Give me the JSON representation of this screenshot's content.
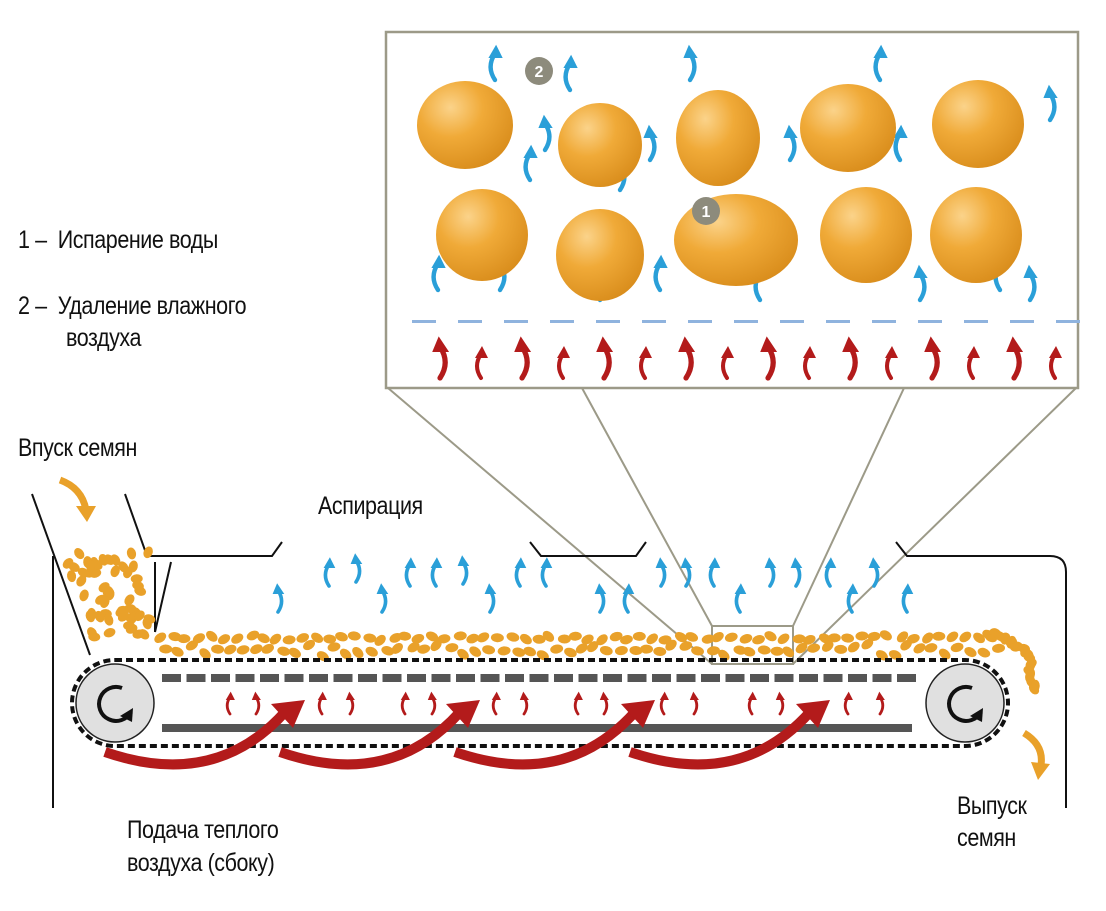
{
  "legend": {
    "items": [
      {
        "number": "1 –",
        "text": "Испарение воды"
      },
      {
        "number": "2 –",
        "text": "Удаление влажного",
        "text_line2": "воздуха"
      }
    ]
  },
  "labels": {
    "seed_inlet": "Впуск семян",
    "aspiration": "Аспирация",
    "warm_air_line1": "Подача теплого",
    "warm_air_line2": "воздуха (сбоку)",
    "seed_outlet_line1": "Выпуск",
    "seed_outlet_line2": "семян"
  },
  "detail_markers": {
    "marker_1": "1",
    "marker_2": "2"
  },
  "colors": {
    "seed": "#e9a12a",
    "moist_air": "#2a9fd8",
    "warm_air": "#b31b1b",
    "belt": "#111111",
    "grate": "#555555",
    "inset_frame": "#9c9a88",
    "marker_bg": "#8d8b7c",
    "roller": "#e0e0e0"
  }
}
